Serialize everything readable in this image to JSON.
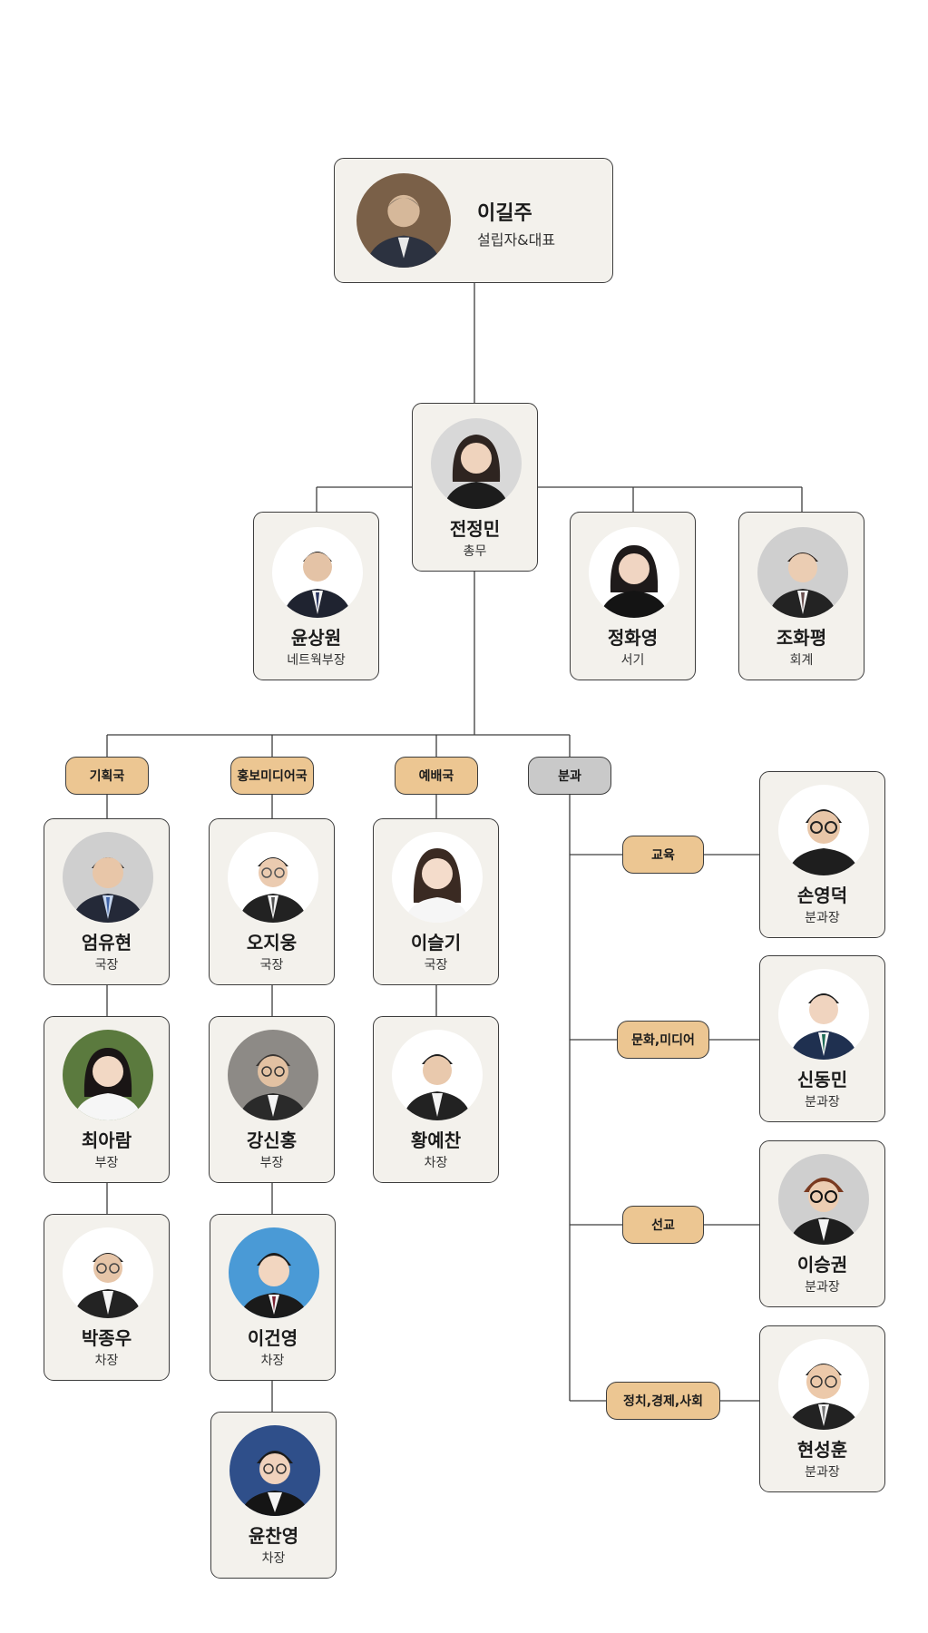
{
  "founder": {
    "name": "이길주",
    "role": "설립자&대표"
  },
  "secretary_general": {
    "name": "전정민",
    "role": "총무"
  },
  "staff": [
    {
      "name": "윤상원",
      "role": "네트웍부장"
    },
    {
      "name": "정화영",
      "role": "서기"
    },
    {
      "name": "조화평",
      "role": "회계"
    }
  ],
  "departments": [
    {
      "label": "기획국",
      "members": [
        {
          "name": "엄유현",
          "role": "국장"
        },
        {
          "name": "최아람",
          "role": "부장"
        },
        {
          "name": "박종우",
          "role": "차장"
        }
      ]
    },
    {
      "label": "홍보미디어국",
      "members": [
        {
          "name": "오지웅",
          "role": "국장"
        },
        {
          "name": "강신홍",
          "role": "부장"
        },
        {
          "name": "이건영",
          "role": "차장"
        },
        {
          "name": "윤찬영",
          "role": "차장"
        }
      ]
    },
    {
      "label": "예배국",
      "members": [
        {
          "name": "이슬기",
          "role": "국장"
        },
        {
          "name": "황예찬",
          "role": "차장"
        }
      ]
    }
  ],
  "subcommittee": {
    "label": "분과",
    "items": [
      {
        "label": "교육",
        "head": {
          "name": "손영덕",
          "role": "분과장"
        }
      },
      {
        "label": "문화,미디어",
        "head": {
          "name": "신동민",
          "role": "분과장"
        }
      },
      {
        "label": "선교",
        "head": {
          "name": "이승권",
          "role": "분과장"
        }
      },
      {
        "label": "정치,경제,사회",
        "head": {
          "name": "현성훈",
          "role": "분과장"
        }
      }
    ]
  },
  "colors": {
    "card_bg": "#f3f1ec",
    "pill_bg": "#ecc692",
    "pill_gray": "#c9c9c9",
    "line": "#3d3d3d"
  }
}
